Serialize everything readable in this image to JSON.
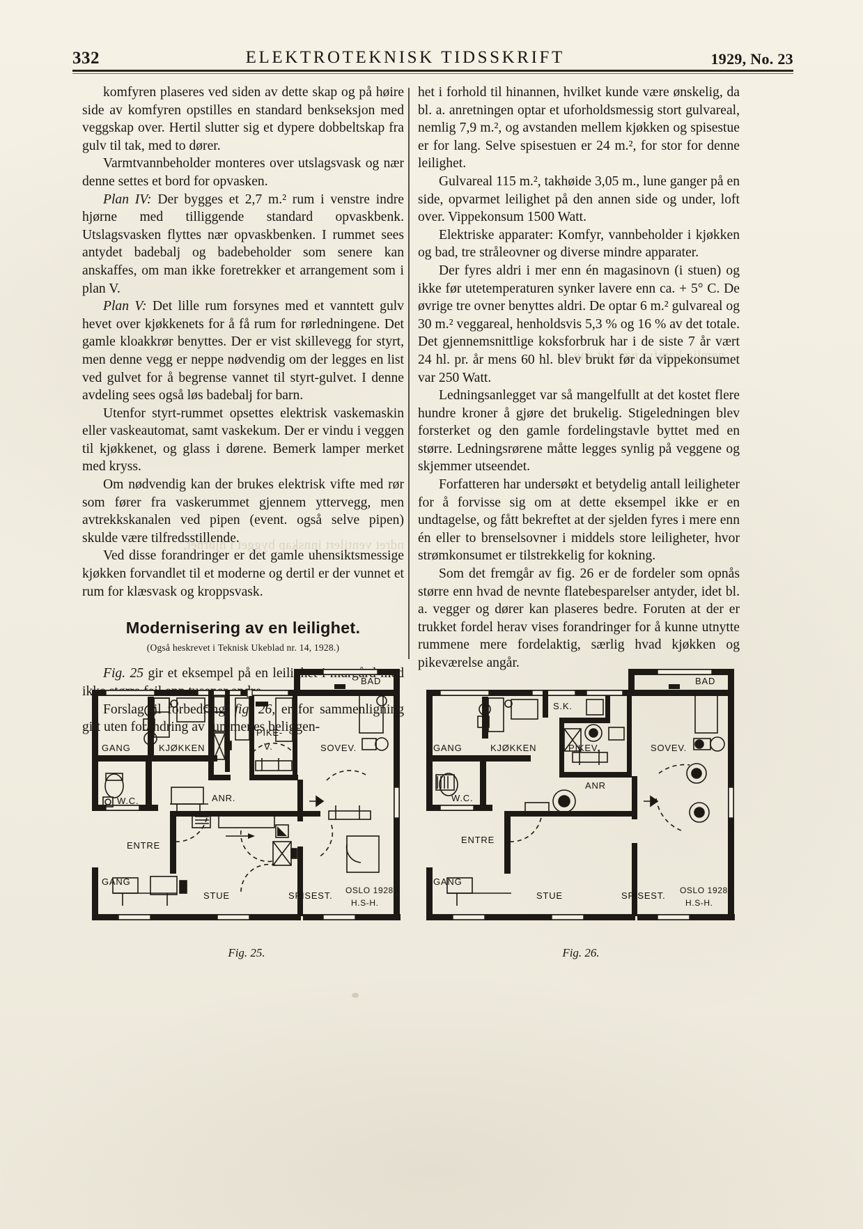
{
  "header": {
    "folio": "332",
    "journal_title": "ELEKTROTEKNISK TIDSSKRIFT",
    "issue": "1929, No. 23"
  },
  "left_column": {
    "paragraphs": [
      "komfyren plaseres ved siden av dette skap og på høire side av komfyren opstilles en standard benkseksjon med veggskap over.  Hertil slutter sig et dypere dobbeltskap fra gulv til tak, med to dører.",
      "Varmtvannbeholder monteres over utslagsvask og nær denne settes et bord for opvasken.",
      "Plan IV:  Der bygges et 2,7 m.² rum i venstre indre hjørne med tilliggende standard opvaskbenk. Utslagsvasken flyttes nær opvaskbenken.  I rummet sees antydet badebalj og badebeholder som senere kan anskaffes, om man ikke foretrekker et arrangement som i plan V.",
      "Plan V:  Det lille rum forsynes med et vanntett gulv hevet over kjøkkenets for å få rum for rørledningene.  Det gamle kloakkrør benyttes.  Der er vist skillevegg for styrt, men denne vegg er neppe nødvendig om der legges en list ved gulvet for å begrense vannet til styrt-gulvet.  I denne avdeling sees også løs badebalj for barn.",
      "Utenfor styrt-rummet opsettes elektrisk vaskemaskin eller vaskeautomat, samt vaskekum.  Der er vindu i veggen til kjøkkenet, og glass i dørene. Bemerk lamper merket med kryss.",
      "Om nødvendig kan der brukes elektrisk vifte med rør som fører fra vaskerummet gjennem yttervegg, men avtrekkskanalen ved pipen (event. også selve pipen) skulde være tilfredsstillende.",
      "Ved disse forandringer er det gamle uhensiktsmessige kjøkken forvandlet til et moderne og dertil er der vunnet et rum for klæsvask og kroppsvask."
    ],
    "italic_runs": [
      "Plan IV:",
      "Plan V:"
    ],
    "article_heading": "Modernisering av en leilighet.",
    "article_subtitle": "(Også heskrevet i Teknisk Ukeblad nr. 14, 1928.)",
    "paragraphs_after_heading": [
      "Fig. 25 gir et eksempel på en leilighet i murgård med ikke større feil enn tusener andre.",
      "Forslag til forbedring, fig. 26, er for sammenligning gitt uten forandring av rummenes beliggen-"
    ]
  },
  "right_column": {
    "paragraphs": [
      "het i forhold til hinannen, hvilket kunde være ønskelig, da bl. a. anretningen optar et uforholdsmessig stort gulvareal, nemlig 7,9 m.², og avstanden mellem kjøkken og spisestue er for lang.  Selve spisestuen er 24 m.², for stor for denne leilighet.",
      "Gulvareal 115 m.², takhøide 3,05 m., lune ganger på en side, opvarmet leilighet på den annen side og under, loft over.  Vippekonsum 1500 Watt.",
      "Elektriske apparater:  Komfyr, vannbeholder i kjøkken og bad, tre stråleovner og diverse mindre apparater.",
      "Der fyres aldri i mer enn én magasinovn (i stuen) og ikke før utetemperaturen synker lavere enn ca. + 5° C.  De øvrige tre ovner benyttes aldri. De optar 6 m.² gulvareal og 30 m.² veggareal, henholdsvis 5,3 % og 16 % av det totale.  Det gjennemsnittlige koksforbruk har i de siste 7 år vært 24 hl. pr. år mens 60 hl. blev brukt før da vippekonsumet var 250 Watt.",
      "Ledningsanlegget var så mangelfullt at det kostet flere hundre kroner å gjøre det brukelig.  Stigeledningen blev forsterket og den gamle fordelingstavle byttet med en større.  Ledningsrørene måtte legges synlig på veggene og skjemmer utseendet.",
      "Forfatteren har undersøkt et betydelig antall leiligheter for å forvisse sig om at dette eksempel ikke er en undtagelse, og fått bekreftet at der sjelden fyres i mere enn én eller to brenselsovner i middels store leiligheter, hvor strømkonsumet er tilstrekkelig for kokning.",
      "Som det fremgår av fig. 26 er de fordeler som opnås større enn hvad de nevnte flatebesparelser antyder, idet bl. a. vegger og dører kan plaseres bedre.  Foruten at der er trukket fordel herav vises forandringer for å kunne utnytte rummene mere fordelaktig, særlig hvad kjøkken og pikeværelse angår."
    ]
  },
  "figures": [
    {
      "caption": "Fig. 25.",
      "signature_line1": "OSLO 1928",
      "signature_line2": "H.S-H.",
      "room_labels": [
        "GANG",
        "KJØKKEN",
        "PIKE-",
        "V.",
        "SOVEV.",
        "BAD",
        "W.C.",
        "ANR.",
        "ENTRE",
        "GANG",
        "STUE",
        "SPISEST."
      ]
    },
    {
      "caption": "Fig. 26.",
      "signature_line1": "OSLO 1928",
      "signature_line2": "H.S-H.",
      "room_labels": [
        "GANG",
        "KJØKKEN",
        "S.K.",
        "PIKEV.",
        "SOVEV.",
        "BAD",
        "W.C.",
        "ANR",
        "ENTRE",
        "GANG",
        "STUE",
        "SPISEST."
      ]
    }
  ],
  "colors": {
    "paper": "#f3efe2",
    "ink": "#1a1714",
    "wall": "#1d1914"
  }
}
